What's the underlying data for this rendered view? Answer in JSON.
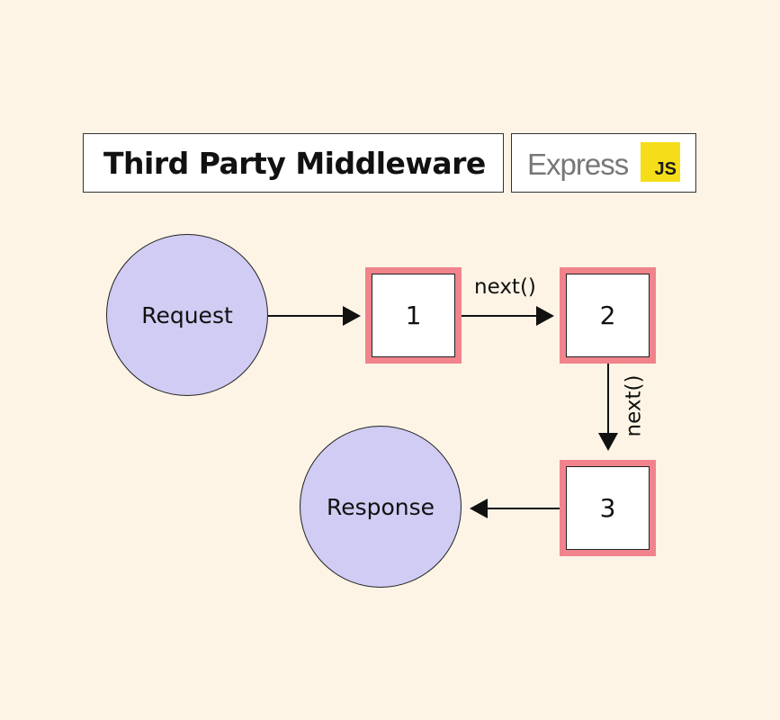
{
  "header": {
    "title": "Third Party Middleware",
    "logo": {
      "word": "Express",
      "badge": "JS",
      "badge_color": "#f5de19"
    }
  },
  "nodes": {
    "request": "Request",
    "response": "Response",
    "steps": [
      "1",
      "2",
      "3"
    ]
  },
  "edges": {
    "next_1_2": "next()",
    "next_2_3": "next()"
  },
  "colors": {
    "background": "#fef4e6",
    "circle_fill": "#d0ccf3",
    "step_border": "#f0838b"
  }
}
